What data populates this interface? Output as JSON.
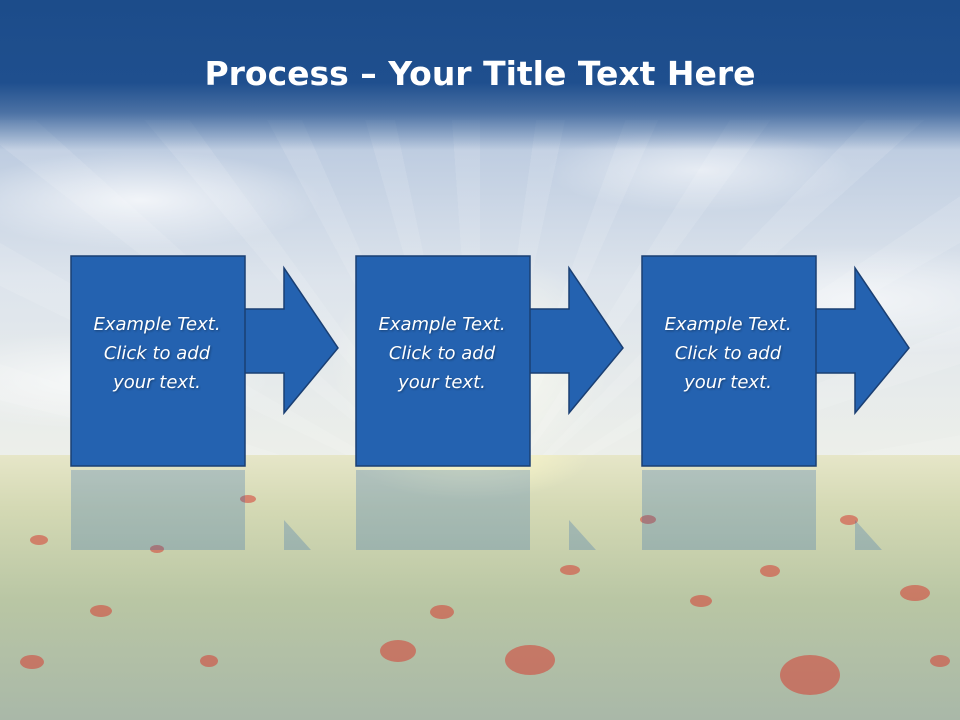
{
  "slide": {
    "title_bold": "Process",
    "title_rest": " – Your Title Text Here"
  },
  "steps": [
    {
      "line1": "Example Text.",
      "line2": "Click  to add",
      "line3": "your text."
    },
    {
      "line1": "Example Text.",
      "line2": "Click  to add",
      "line3": "your text."
    },
    {
      "line1": "Example Text.",
      "line2": "Click  to add",
      "line3": "your text."
    }
  ],
  "colors": {
    "header": "#1f4f8e",
    "box_fill": "#2462b0",
    "box_border": "#1a3f73",
    "title_text": "#ffffff"
  },
  "icons": {
    "arrow": "right-arrow-icon"
  }
}
